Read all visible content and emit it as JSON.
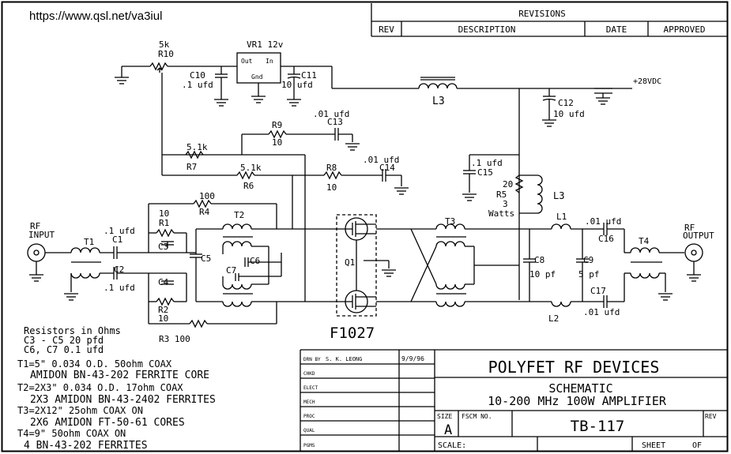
{
  "header_url": "https://www.qsl.net/va3iul",
  "revisions": {
    "title": "REVISIONS",
    "col_rev": "REV",
    "col_description": "DESCRIPTION",
    "col_date": "DATE",
    "col_approved": "APPROVED"
  },
  "components": {
    "vr1": "VR1 12v",
    "vr1_out": "Out",
    "vr1_in": "In",
    "vr1_gnd": "Gnd",
    "r10": "R10",
    "r10_val": "5k",
    "c10": "C10",
    "c10_val": ".1 ufd",
    "c11": "C11",
    "c11_val": "10 ufd",
    "l3_top": "L3",
    "supply": "+28VDC",
    "c12": "C12",
    "c12_val": "10 ufd",
    "r9": "R9",
    "r9_val": "10",
    "c13": "C13",
    "c13_val": ".01 ufd",
    "r7_val": "5.1k",
    "r7": "R7",
    "r6_val": "5.1k",
    "r6": "R6",
    "r8": "R8",
    "r8_val": "10",
    "c14": "C14",
    "c14_val": ".01 ufd",
    "c15_val": ".1 ufd",
    "c15": "C15",
    "r5_val": "20",
    "r5": "R5",
    "r5_power1": "3",
    "r5_power2": "Watts",
    "l3_mid": "L3",
    "r4_val": "100",
    "r4": "R4",
    "r1_val": "10",
    "r1": "R1",
    "t2": "T2",
    "c1": "C1",
    "c1_val": ".1 ufd",
    "c2": "C2",
    "c2_val": ".1 ufd",
    "c3": "C3",
    "c4": "C4",
    "c5": "C5",
    "c6": "C6",
    "c7": "C7",
    "t1": "T1",
    "rf_in1": "RF",
    "rf_in2": "INPUT",
    "q1": "Q1",
    "r2": "R2",
    "r2_val": "10",
    "r3": "R3 100",
    "device": "F1027",
    "t3": "T3",
    "l1": "L1",
    "l2": "L2",
    "c8": "C8",
    "c8_val": "10 pf",
    "c9": "C9",
    "c9_val": "5 pf",
    "c16": "C16",
    "c16_val": ".01 ufd",
    "c17": "C17",
    "c17_val": ".01 ufd",
    "t4": "T4",
    "rf_out1": "RF",
    "rf_out2": "OUTPUT"
  },
  "notes": [
    "Resistors in Ohms",
    "C3 - C5 20 pfd",
    "C6, C7 0.1 ufd",
    "T1=5\" 0.034 O.D. 50ohm COAX",
    "AMIDON BN-43-202 FERRITE CORE",
    "T2=2X3\" 0.034 O.D. 17ohm COAX",
    "2X3 AMIDON BN-43-2402 FERRITES",
    "T3=2X12\" 25ohm COAX ON",
    "2X6 AMIDON FT-50-61 CORES",
    "T4=9\" 50ohm COAX ON",
    "4 BN-43-202 FERRITES"
  ],
  "title_block": {
    "drn_by": "DRN BY",
    "drawn_name": "S. K. LEONG",
    "date": "9/9/96",
    "chkd": "CHKD",
    "elect": "ELECT",
    "mech": "MECH",
    "proc": "PROC",
    "qual": "QUAL",
    "pgms": "PGMS",
    "company": "POLYFET RF DEVICES",
    "doc_type": "SCHEMATIC",
    "doc_title": "10-200 MHz 100W AMPLIFIER",
    "size_label": "SIZE",
    "fscm_label": "FSCM NO.",
    "rev_label": "REV",
    "size_value": "A",
    "drawing_no": "TB-117",
    "scale_label": "SCALE:",
    "sheet_label": "SHEET",
    "of_label": "OF"
  }
}
